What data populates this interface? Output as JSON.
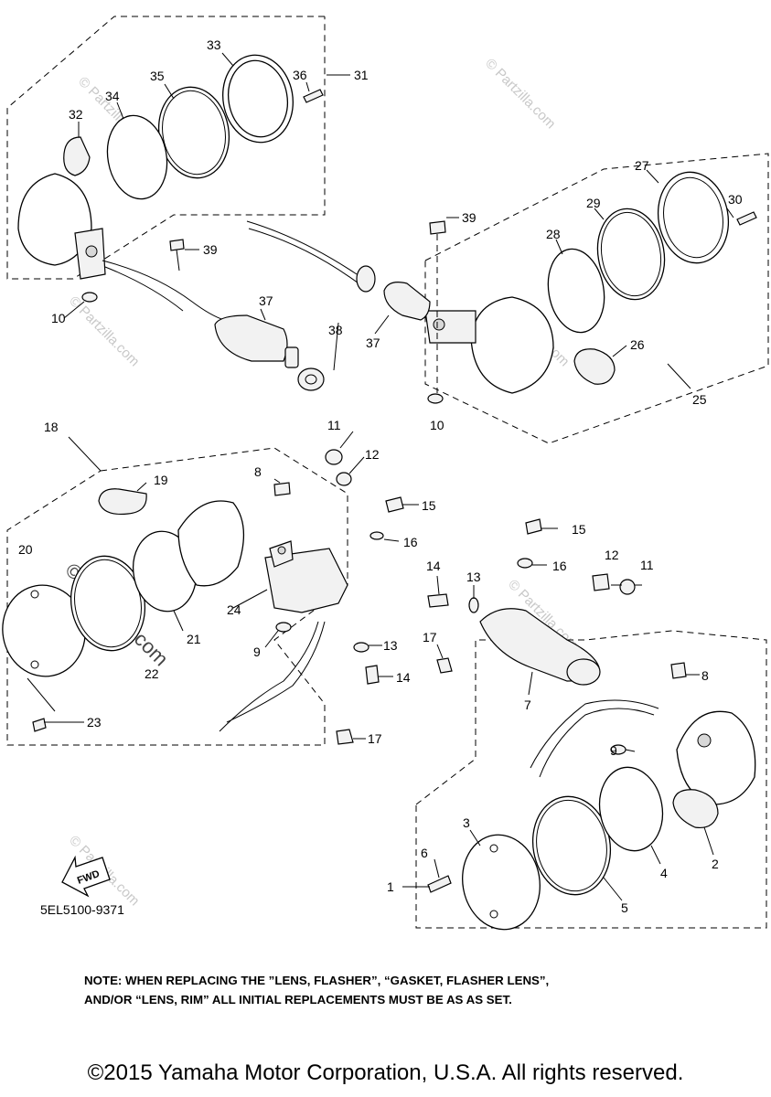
{
  "diagram": {
    "callouts": [
      "1",
      "2",
      "3",
      "4",
      "5",
      "6",
      "7",
      "8",
      "9",
      "10",
      "11",
      "12",
      "13",
      "14",
      "15",
      "16",
      "17",
      "18",
      "19",
      "20",
      "21",
      "22",
      "23",
      "24",
      "25",
      "26",
      "27",
      "28",
      "29",
      "30",
      "31",
      "32",
      "33",
      "34",
      "35",
      "36",
      "37",
      "38",
      "39"
    ],
    "part_code": "5EL5100-9371",
    "fwd_label": "FWD",
    "watermark": "© Partzilla.com"
  },
  "note": "NOTE: WHEN REPLACING THE  ”LENS, FLASHER”, “GASKET, FLASHER LENS”,\nAND/OR “LENS, RIM” ALL INITIAL REPLACEMENTS MUST BE AS AS SET.",
  "copyright": "©2015 Yamaha Motor Corporation, U.S.A. All rights reserved."
}
